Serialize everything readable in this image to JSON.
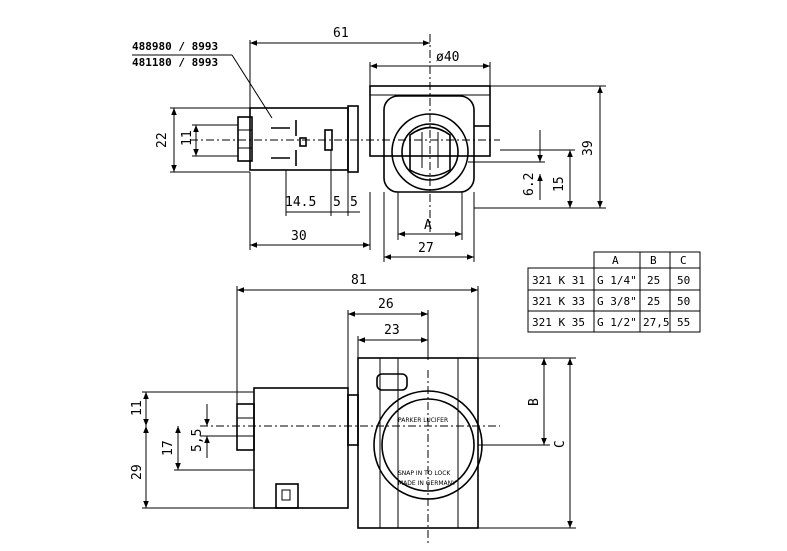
{
  "part_numbers": [
    "488980 / 8993",
    "481180 / 8993"
  ],
  "top_view": {
    "dims": {
      "d61": "61",
      "d40": "ø40",
      "d22": "22",
      "d11": "11",
      "d14_5": "14.5",
      "d5a": "5",
      "d5b": "5",
      "d30": "30",
      "dA": "A",
      "d27": "27",
      "d39": "39",
      "d6_2": "6.2",
      "d15": "15"
    }
  },
  "front_view": {
    "dims": {
      "d81": "81",
      "d26": "26",
      "d23": "23",
      "d11": "11",
      "d5_5": "5,5",
      "d17": "17",
      "d29": "29",
      "dB": "B",
      "dC": "C"
    },
    "body_text": [
      "PARKER LUCIFER",
      "SNAP IN TO LOCK",
      "MADE IN GERMANY"
    ]
  },
  "table": {
    "headers": [
      "",
      "A",
      "B",
      "C"
    ],
    "rows": [
      [
        "321 K 31",
        "G 1/4\"",
        "25",
        "50"
      ],
      [
        "321 K 33",
        "G 3/8\"",
        "25",
        "50"
      ],
      [
        "321 K 35",
        "G 1/2\"",
        "27,5",
        "55"
      ]
    ]
  }
}
